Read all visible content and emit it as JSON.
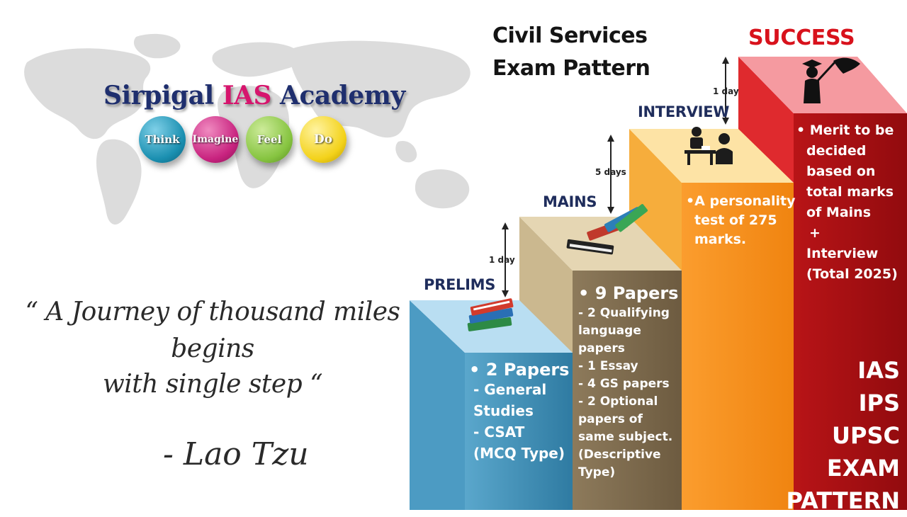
{
  "brand": {
    "prefix": "Sirpigal ",
    "accent": "IAS",
    "suffix": " Academy"
  },
  "bubbles": [
    {
      "label": "Think",
      "color": "#1a8fb0"
    },
    {
      "label": "Imagine",
      "color": "#c8237f"
    },
    {
      "label": "Feel",
      "color": "#86c440"
    },
    {
      "label": "Do",
      "color": "#f3d21a"
    }
  ],
  "quote": {
    "line1": "“ A  Journey of thousand miles",
    "line2": "begins",
    "line3": "with single step “",
    "author": "- Lao Tzu"
  },
  "diagram_title": {
    "line1": "Civil Services",
    "line2": "Exam Pattern"
  },
  "stages": {
    "prelims": {
      "label": "PRELIMS",
      "gap": "1 day",
      "lines": [
        "• 2 Papers",
        "- General",
        "Studies",
        "- CSAT",
        "(MCQ Type)"
      ]
    },
    "mains": {
      "label": "MAINS",
      "gap": "5 days",
      "lines": [
        "• 9 Papers",
        "- 2 Qualifying",
        "language",
        "papers",
        "- 1 Essay",
        "- 4 GS papers",
        "- 2 Optional",
        "papers of",
        "same subject.",
        "(Descriptive",
        "Type)"
      ]
    },
    "interview": {
      "label": "INTERVIEW",
      "gap": "1 day",
      "lines": [
        "•A personality",
        "test of 275",
        "marks."
      ]
    },
    "success": {
      "label": "SUCCESS",
      "lines": [
        "• Merit to be",
        "decided",
        "based on",
        "total marks",
        "of Mains",
        "+",
        "Interview",
        "(Total 2025)"
      ]
    }
  },
  "badge": [
    "IAS",
    "IPS",
    "UPSC",
    "EXAM",
    "PATTERN"
  ],
  "colors": {
    "prelims": "#3f8fb6",
    "mains": "#7d6a4d",
    "interview": "#f7901e",
    "success": "#a50f12",
    "accent": "#d6156d",
    "brand": "#1f2f6e"
  },
  "icons": [
    "world-map-icon",
    "books-icon",
    "interviewer-icon",
    "graduate-icon",
    "double-arrow-icon"
  ]
}
